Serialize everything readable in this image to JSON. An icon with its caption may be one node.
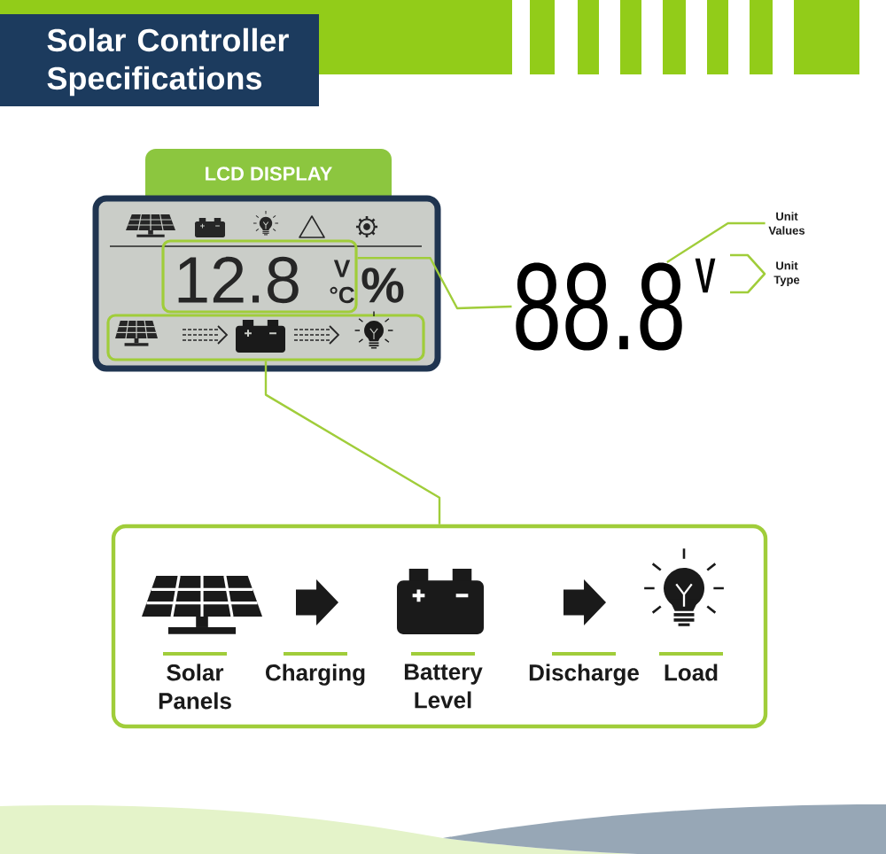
{
  "diagram": {
    "title": "Solar Controller Specifications",
    "nodes": [
      {
        "text": [
          "LCD DISPLAY",
          "%"
        ]
      },
      {
        "text": [
          "12.8",
          "V",
          "°C"
        ],
        "in": 0
      },
      {
        "text": [],
        "shape": "box",
        "in": 0
      },
      {
        "text": [
          "88.8",
          "V"
        ]
      },
      {
        "text": [
          "Unit Values"
        ]
      },
      {
        "text": [
          "Solar Panels",
          "Charging",
          "Battery Level",
          "Discharge",
          "Load"
        ]
      }
    ],
    "edges": [
      {
        "from": 1,
        "to": 3,
        "arrow": "none"
      },
      {
        "from": 4,
        "to": 3,
        "arrow": "none"
      },
      {
        "from": 2,
        "to": 5,
        "arrow": "none"
      }
    ],
    "labels": [
      "Unit Type"
    ]
  }
}
